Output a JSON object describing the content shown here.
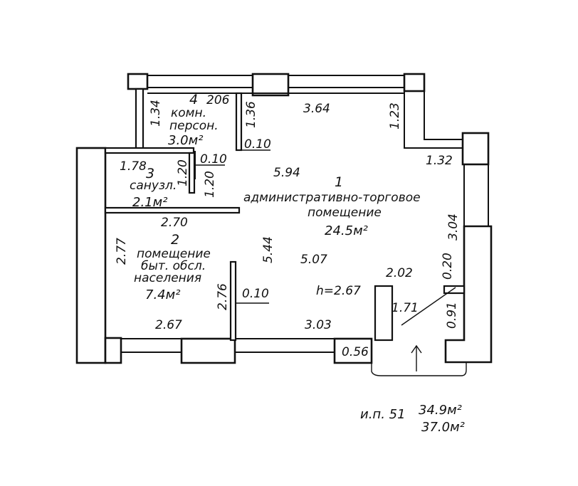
{
  "rooms": [
    {
      "number": "1",
      "line1": "административно-торговое",
      "line2": "помещение",
      "area": "24.5м²"
    },
    {
      "number": "2",
      "line1": "помещение",
      "line2": "быт. обсл.",
      "line3": "населения",
      "area": "7.4м²"
    },
    {
      "number": "3",
      "line1": "санузл.",
      "area": "2.1м²"
    },
    {
      "number": "4",
      "line1": "комн.",
      "line2": "персон.",
      "area": "3.0м²"
    }
  ],
  "dimensions": {
    "d_206": "206",
    "d_134": "1.34",
    "d_136": "1.36",
    "d_364": "3.64",
    "d_123": "1.23",
    "d_010_top": "0.10",
    "d_010_mid": "0.10",
    "d_010_bottom": "0.10",
    "d_178": "1.78",
    "d_120_a": "1.20",
    "d_120_b": "1.20",
    "d_594": "5.94",
    "d_132": "1.32",
    "d_270": "2.70",
    "d_277": "2.77",
    "d_544": "5.44",
    "d_507": "5.07",
    "d_304": "3.04",
    "d_020": "0.20",
    "d_202": "2.02",
    "d_276": "2.76",
    "d_171": "1.71",
    "d_091": "0.91",
    "d_267_bottom": "2.67",
    "d_303": "3.03",
    "d_056": "0.56"
  },
  "ceiling_height": "h=2.67",
  "legend": {
    "label": "и.п. 51",
    "area_main": "34.9м²",
    "area_total": "37.0м²"
  }
}
